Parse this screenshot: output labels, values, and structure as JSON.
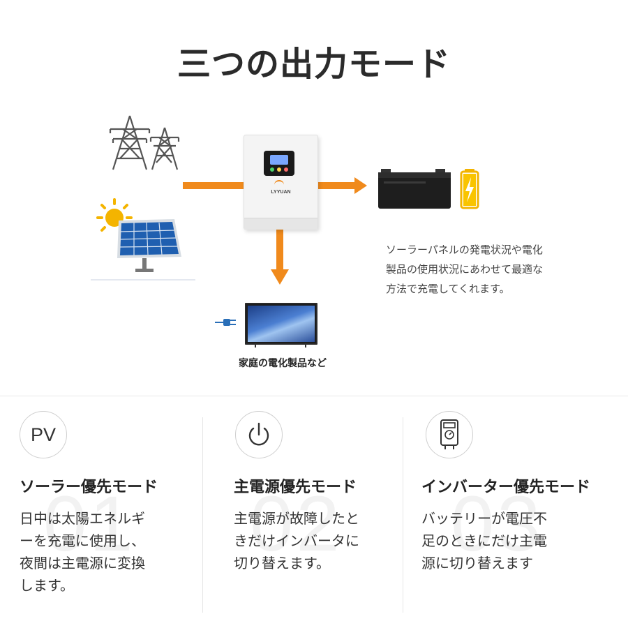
{
  "header": {
    "title": "三つの出力モード"
  },
  "diagram": {
    "inverter_brand": "LYYUAN",
    "description_lines": [
      "ソーラーパネルの発電状況や電化",
      "製品の使用状況にあわせて最適な",
      "方法で充電してくれます。"
    ],
    "tv_caption": "家庭の電化製品など",
    "arrow_color": "#f08a1c"
  },
  "modes": [
    {
      "icon_text": "PV",
      "title": "ソーラー優先モード",
      "number": "01",
      "desc_lines": [
        "日中は太陽エネルギ",
        "ーを充電に使用し、",
        "夜間は主電源に変換",
        "します。"
      ]
    },
    {
      "title": "主電源優先モード",
      "number": "02",
      "desc_lines": [
        "主電源が故障したと",
        "きだけインバータに",
        "切り替えます。"
      ]
    },
    {
      "title": "インバーター優先モード",
      "number": "03",
      "desc_lines": [
        "バッテリーが電圧不",
        "足のときにだけ主電",
        "源に切り替えます"
      ]
    }
  ]
}
